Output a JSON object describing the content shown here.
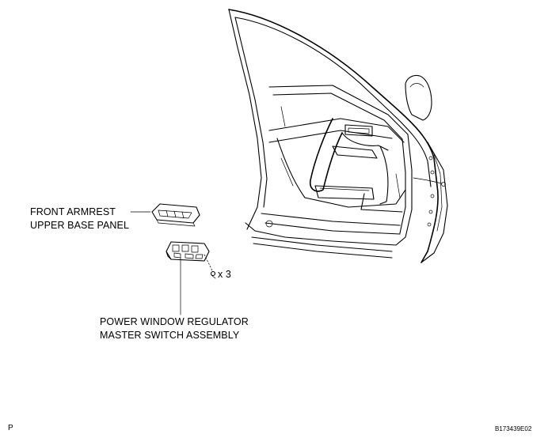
{
  "labels": {
    "armrest_line1": "FRONT ARMREST",
    "armrest_line2": "UPPER BASE PANEL",
    "switch_line1": "POWER WINDOW REGULATOR",
    "switch_line2": "MASTER SWITCH ASSEMBLY",
    "screw_qty": "x 3",
    "corner_left": "P",
    "figure_code": "B173439E02"
  }
}
